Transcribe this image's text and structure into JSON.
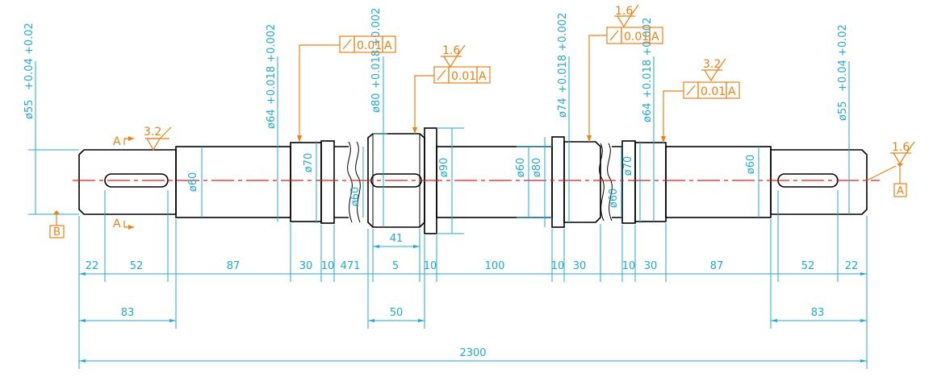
{
  "colors": {
    "dimension": "#1fa9d6",
    "annotation": "#f07f10",
    "centerline": "#e0201a",
    "outline": "#000000"
  },
  "dimensions": {
    "lengths_top": [
      "22",
      "52",
      "87",
      "30",
      "10",
      "471",
      "5",
      "10",
      "100",
      "10",
      "30",
      "10",
      "30",
      "87",
      "52",
      "22"
    ],
    "key_width": "41",
    "row2": {
      "left": "83",
      "middle": "50",
      "right": "83"
    },
    "overall": "2300",
    "diameters": [
      "ø60",
      "ø70",
      "ø60",
      "ø90",
      "ø60",
      "ø80",
      "ø70",
      "ø60",
      "ø60"
    ],
    "fits": [
      {
        "dia": "ø55",
        "tol": "+0.04 +0.02"
      },
      {
        "dia": "ø64",
        "tol": "+0.018 +0.002"
      },
      {
        "dia": "ø80",
        "tol": "+0.018 +0.002"
      },
      {
        "dia": "ø74",
        "tol": "+0.018 +0.002"
      },
      {
        "dia": "ø64",
        "tol": "+0.018 +0.002"
      },
      {
        "dia": "ø55",
        "tol": "+0.04 +0.02"
      }
    ]
  },
  "annotations": {
    "runout_value": "0.01",
    "runout_datum": "A",
    "roughness": [
      "3.2",
      "1.6",
      "1.6",
      "3.2",
      "1.6"
    ],
    "datum_b": "B",
    "datum_a": "A",
    "section_label": "A"
  }
}
